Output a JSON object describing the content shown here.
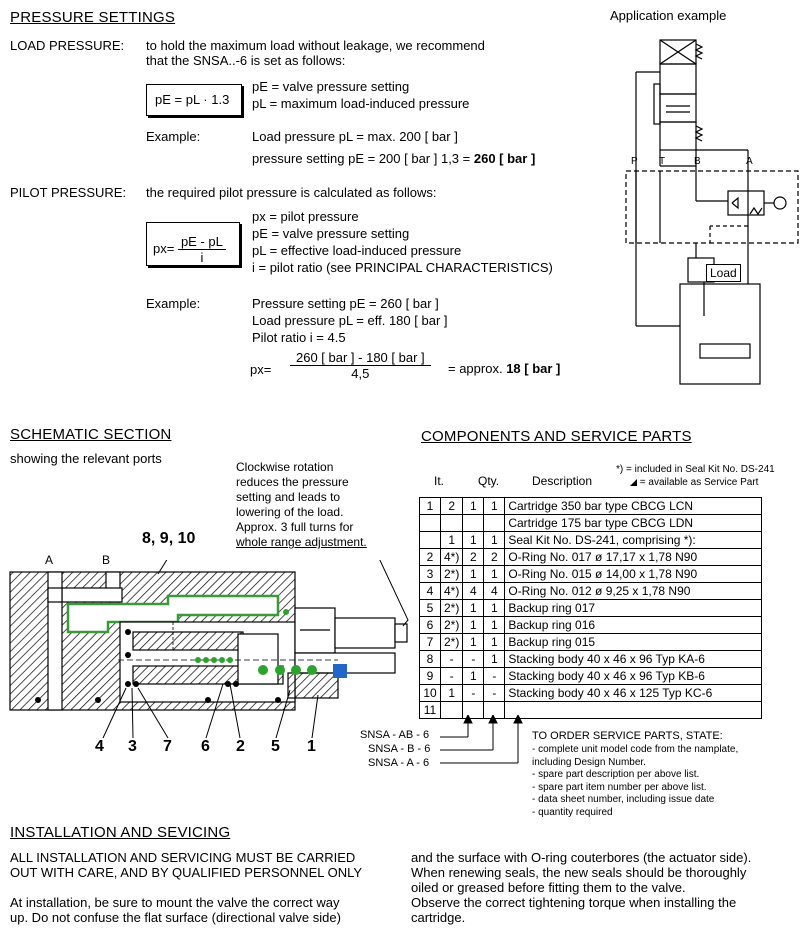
{
  "pressure_settings": {
    "title": "PRESSURE SETTINGS",
    "load_label": "LOAD PRESSURE:",
    "load_text_1": "to hold the maximum load without leakage, we recommend",
    "load_text_2": "that the SNSA..-6 is set as follows:",
    "formula1": "pE = pL · 1.3",
    "def_pe": "pE  =  valve pressure setting",
    "def_pl": "pL  =  maximum load-induced pressure",
    "example_label": "Example:",
    "ex1_line1": "Load pressure pL     =  max. 200 [ bar ]",
    "ex1_line2_a": "pressure setting pE =  200 [ bar ]  1,3  = ",
    "ex1_line2_b": "260 [ bar ]",
    "pilot_label": "PILOT PRESSURE:",
    "pilot_text": "the required pilot pressure is calculated as follows:",
    "formula2_left": "px=",
    "formula2_num": "pE - pL",
    "formula2_den": "i",
    "def_px": "px  =  pilot pressure",
    "def_pe2": "pE  =  valve pressure setting",
    "def_pl2": "pL  =  effective load-induced pressure",
    "def_i": "i     =  pilot ratio (see PRINCIPAL CHARACTERISTICS)",
    "ex2_label": "Example:",
    "ex2_l1": "Pressure setting pE        =  260 [ bar ]",
    "ex2_l2": "Load pressure pL            =  eff. 180 [ bar ]",
    "ex2_l3": "Pilot ratio i                     =  4.5",
    "ex2_px": "px=",
    "ex2_num": "260 [ bar ] - 180 [ bar ]",
    "ex2_den": "4,5",
    "ex2_res_a": "=  approx. ",
    "ex2_res_b": "18 [ bar ]"
  },
  "application": {
    "title": "Application example",
    "port_p": "P",
    "port_t": "T",
    "port_b": "B",
    "port_a": "A",
    "load": "Load"
  },
  "schematic": {
    "title": "SCHEMATIC SECTION",
    "subtitle": "showing the relevant ports",
    "note": [
      "Clockwise rotation",
      "reduces the pressure",
      "setting and leads to",
      "lowering of the load.",
      "Approx. 3 full turns for",
      "whole range adjustment."
    ],
    "label_a": "A",
    "label_b": "B",
    "callout_top": "8, 9, 10",
    "callouts_bottom": [
      "4",
      "3",
      "7",
      "6",
      "2",
      "5",
      "1"
    ]
  },
  "components": {
    "title": "COMPONENTS AND SERVICE PARTS",
    "col_it": "It.",
    "col_qty": "Qty.",
    "col_desc": "Description",
    "legend1": "*)  =  included in Seal Kit No. DS-241",
    "legend2": "=  available as Service Part",
    "rows": [
      {
        "it": "1",
        "q1": "2",
        "q2": "1",
        "q3": "1",
        "desc": "Cartridge 350 bar  type CBCG LCN"
      },
      {
        "it": "",
        "q1": "",
        "q2": "",
        "q3": "",
        "desc": "Cartridge 175 bar  type CBCG LDN"
      },
      {
        "it": "",
        "q1": "1",
        "q2": "1",
        "q3": "1",
        "desc": "Seal Kit No. DS-241, comprising *):"
      },
      {
        "it": "2",
        "q1": "4*)",
        "q2": "2",
        "q3": "2",
        "desc": "O-Ring No. 017        ø 17,17 x 1,78       N90"
      },
      {
        "it": "3",
        "q1": "2*)",
        "q2": "1",
        "q3": "1",
        "desc": "O-Ring No. 015        ø 14,00 x 1,78       N90"
      },
      {
        "it": "4",
        "q1": "4*)",
        "q2": "4",
        "q3": "4",
        "desc": "O-Ring No. 012        ø  9,25 x 1,78       N90"
      },
      {
        "it": "5",
        "q1": "2*)",
        "q2": "1",
        "q3": "1",
        "desc": "Backup ring  017"
      },
      {
        "it": "6",
        "q1": "2*)",
        "q2": "1",
        "q3": "1",
        "desc": "Backup ring  016"
      },
      {
        "it": "7",
        "q1": "2*)",
        "q2": "1",
        "q3": "1",
        "desc": "Backup ring  015"
      },
      {
        "it": "8",
        "q1": "-",
        "q2": "-",
        "q3": "1",
        "desc": "Stacking body    40 x 46 x  96   Typ  KA-6"
      },
      {
        "it": "9",
        "q1": "-",
        "q2": "1",
        "q3": "-",
        "desc": "Stacking body    40 x 46 x  96   Typ  KB-6"
      },
      {
        "it": "10",
        "q1": "1",
        "q2": "-",
        "q3": "-",
        "desc": "Stacking body    40 x 46 x 125  Typ  KC-6"
      },
      {
        "it": "11",
        "q1": "",
        "q2": "",
        "q3": "",
        "desc": ""
      }
    ],
    "models": [
      "SNSA - AB - 6",
      "SNSA - B - 6",
      "SNSA - A - 6"
    ],
    "order_title": "TO ORDER SERVICE PARTS, STATE:",
    "order_items": [
      "-  complete unit model code from the namplate,",
      "    including Design Number.",
      "-  spare part description per above list.",
      "-  spare part item number per above list.",
      "-  data sheet number, including issue date",
      "-  quantity required"
    ]
  },
  "installation": {
    "title": "INSTALLATION AND SEVICING",
    "warn1": "ALL INSTALLATION AND SERVICING MUST BE CARRIED",
    "warn2": "OUT WITH CARE, AND BY QUALIFIED PERSONNEL ONLY",
    "p1_l1": "At installation, be sure to mount the valve the correct way",
    "p1_l2": "up. Do not confuse the flat surface (directional valve side)",
    "p2_l1": "and the surface with O-ring couterbores (the actuator side).",
    "p2_l2": "When renewing seals, the new seals should be thoroughly",
    "p2_l3": "oiled or greased before fitting them to the valve.",
    "p2_l4": "Observe the correct tightening torque when installing the",
    "p2_l5": "cartridge."
  },
  "colors": {
    "hatch_green": "#3a9a3a",
    "seal_green": "#2aa52a",
    "seal_blue": "#2266cc"
  }
}
